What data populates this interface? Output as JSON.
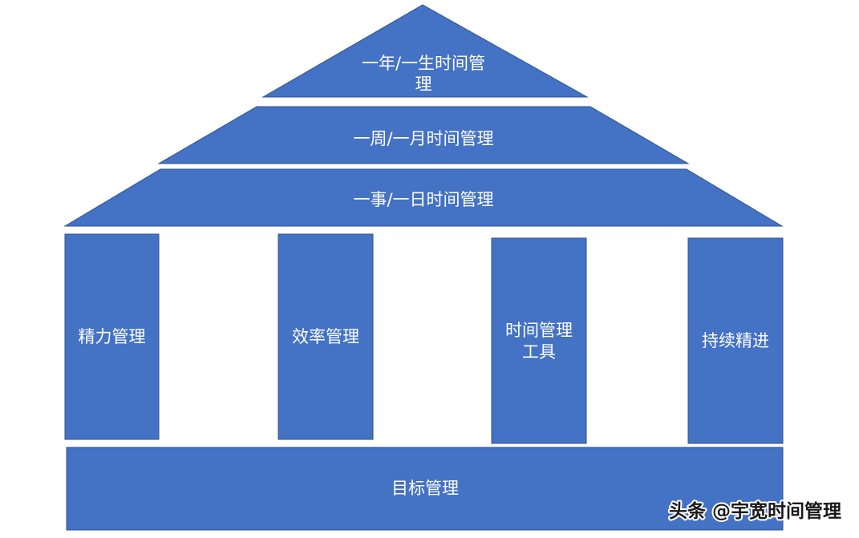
{
  "roof": {
    "top_label_line1": "一年/一生时间管",
    "top_label_line2": "理",
    "middle_label": "一周/一月时间管理",
    "bottom_label": "一事/一日时间管理"
  },
  "pillars": {
    "energy": "精力管理",
    "efficiency": "效率管理",
    "tools_line1": "时间管理",
    "tools_line2": "工具",
    "continuous": "持续精进"
  },
  "foundation": {
    "label": "目标管理"
  },
  "watermark": {
    "text": "头条 @宇宽时间管理"
  },
  "colors": {
    "fill": "#4472C4",
    "border": "#2F528F",
    "text": "#ffffff"
  }
}
